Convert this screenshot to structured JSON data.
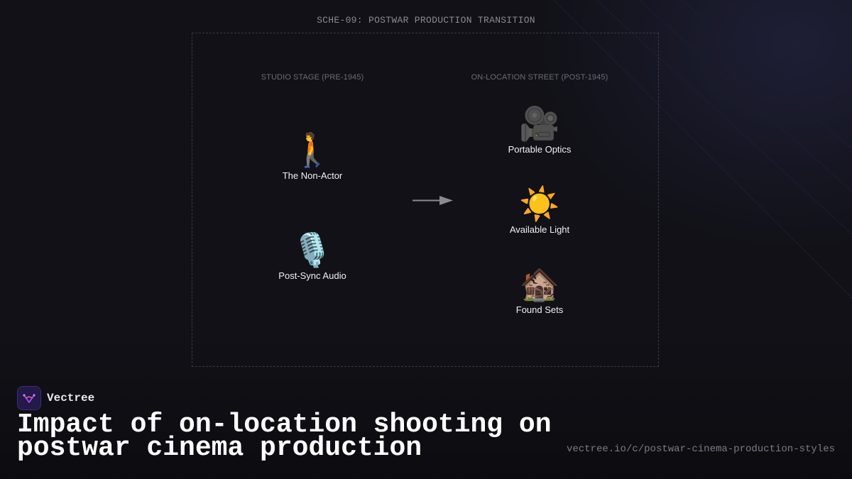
{
  "diagram": {
    "schematic_id": "SCHE-09: POSTWAR PRODUCTION TRANSITION",
    "left_column": {
      "label": "STUDIO STAGE (PRE-1945)",
      "nodes": [
        {
          "icon": "person-walking-icon",
          "glyph": "🚶",
          "label": "The Non-Actor"
        },
        {
          "icon": "studio-microphone-icon",
          "glyph": "🎙️",
          "label": "Post-Sync Audio"
        }
      ]
    },
    "right_column": {
      "label": "ON-LOCATION STREET (POST-1945)",
      "nodes": [
        {
          "icon": "movie-camera-icon",
          "glyph": "🎥",
          "label": "Portable Optics"
        },
        {
          "icon": "sun-icon",
          "glyph": "☀️",
          "label": "Available Light"
        },
        {
          "icon": "derelict-house-icon",
          "glyph": "🏚️",
          "label": "Found Sets"
        }
      ]
    },
    "transition_arrow": "arrow-right-icon"
  },
  "brand": {
    "name": "Vectree",
    "logo_icon": "vectree-logo-icon",
    "accent_color": "#23194a"
  },
  "headline": "Impact of on-location shooting on postwar cinema production",
  "url": "vectree.io/c/postwar-cinema-production-styles",
  "colors": {
    "background": "#111117",
    "frame_border": "#3a3a42",
    "muted_text": "#8a8a92"
  }
}
